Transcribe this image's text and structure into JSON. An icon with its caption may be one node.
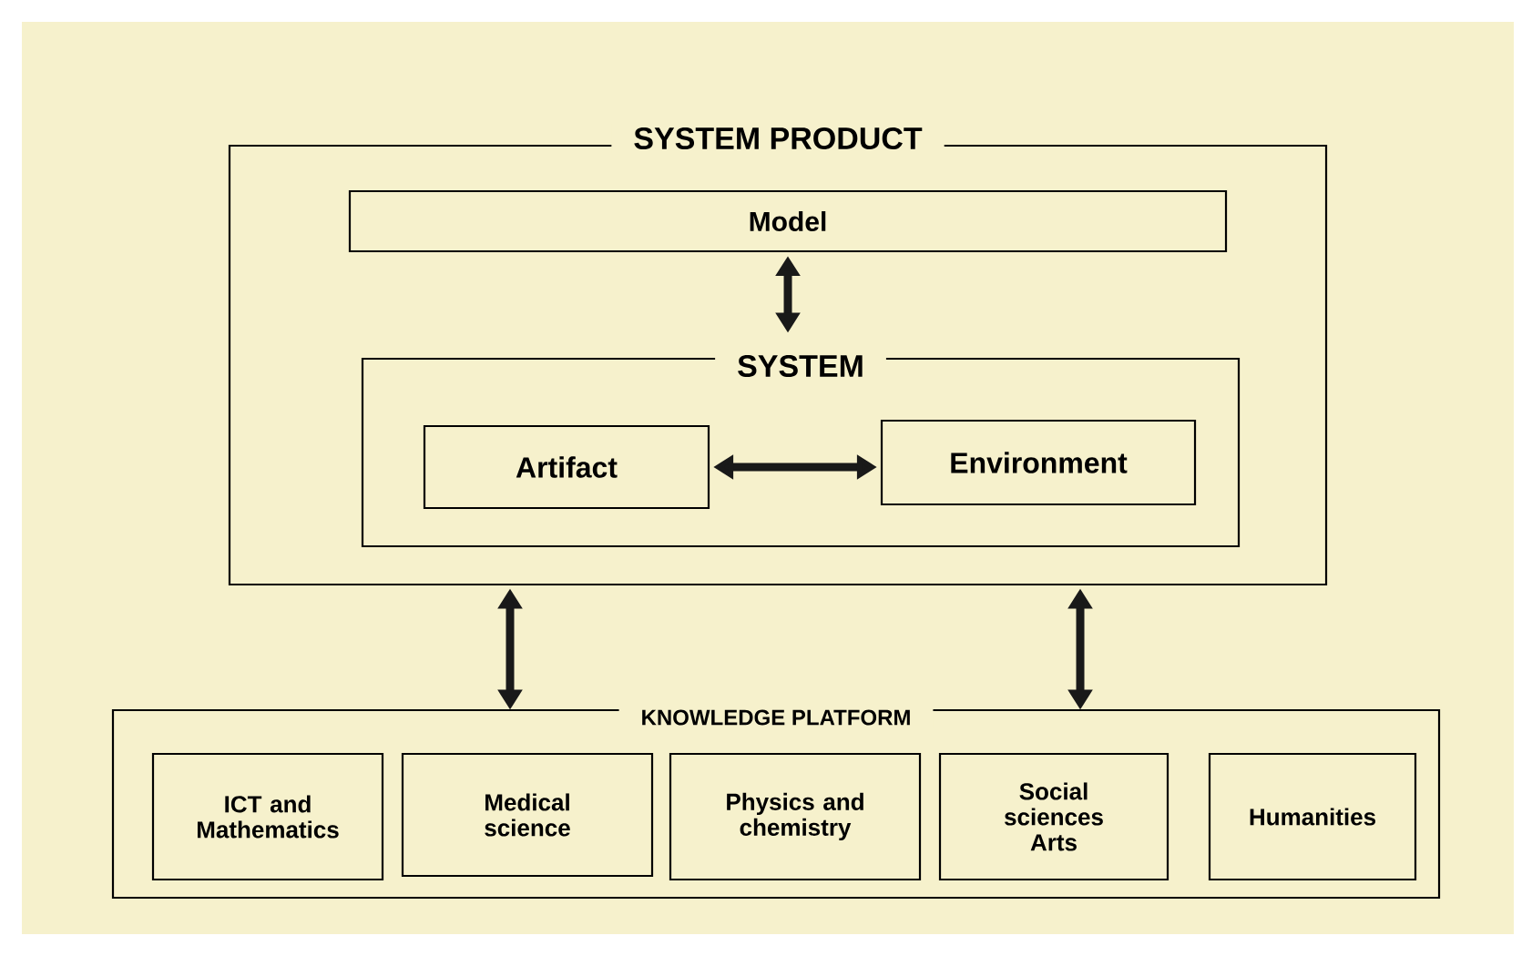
{
  "diagram": {
    "nodes": [
      {
        "text": [
          "SYSTEM PRODUCT"
        ]
      },
      {
        "text": [
          "Model"
        ],
        "in": 0
      },
      {
        "text": [
          "SYSTEM"
        ],
        "in": 0
      },
      {
        "text": [
          "Artifact"
        ],
        "in": 2
      },
      {
        "text": [
          "Environment"
        ],
        "in": 2
      },
      {
        "text": [
          "KNOWLEDGE PLATFORM"
        ]
      },
      {
        "text": [
          "ICT and Mathematics"
        ],
        "in": 5
      },
      {
        "text": [
          "Medical science"
        ],
        "in": 5
      },
      {
        "text": [
          "Physics and chemistry"
        ],
        "in": 5
      },
      {
        "text": [
          "Social sciences Arts"
        ],
        "in": 5
      },
      {
        "text": [
          "Humanities"
        ],
        "in": 5
      }
    ],
    "edges": [
      {
        "from": 1,
        "to": 2,
        "arrow": "both"
      },
      {
        "from": 3,
        "to": 4,
        "arrow": "both"
      },
      {
        "from": 0,
        "to": 5,
        "arrow": "both"
      },
      {
        "from": 0,
        "to": 5,
        "arrow": "both"
      }
    ]
  }
}
